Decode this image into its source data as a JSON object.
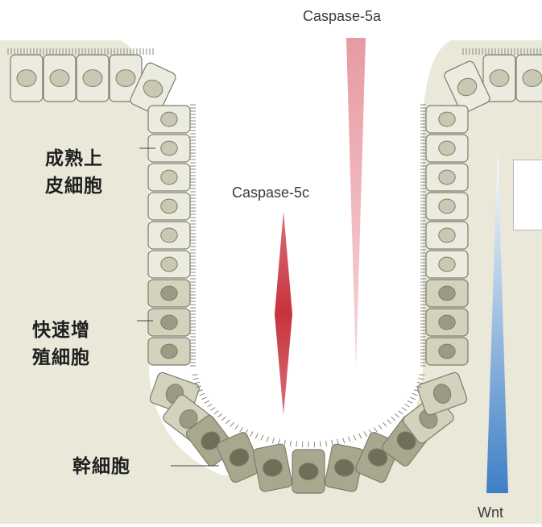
{
  "labels": {
    "mature_cells_line1": "成熟上",
    "mature_cells_line2": "皮細胞",
    "proliferating_line1": "快速增",
    "proliferating_line2": "殖細胞",
    "stem_cells": "幹細胞"
  },
  "gradients": {
    "caspase_5a": {
      "label": "Caspase-5a",
      "color": "#e89aa2"
    },
    "caspase_5c": {
      "label": "Caspase-5c",
      "color": "#c8323c"
    },
    "wnt": {
      "label": "Wnt",
      "color": "#3f7fc6"
    }
  },
  "colors": {
    "background": "#e9e8d9",
    "mature_cell": "#ecebdf",
    "proliferating_cell": "#d3d2bc",
    "stem_cell": "#a9a88f",
    "cell_border": "#7d7c6b"
  }
}
